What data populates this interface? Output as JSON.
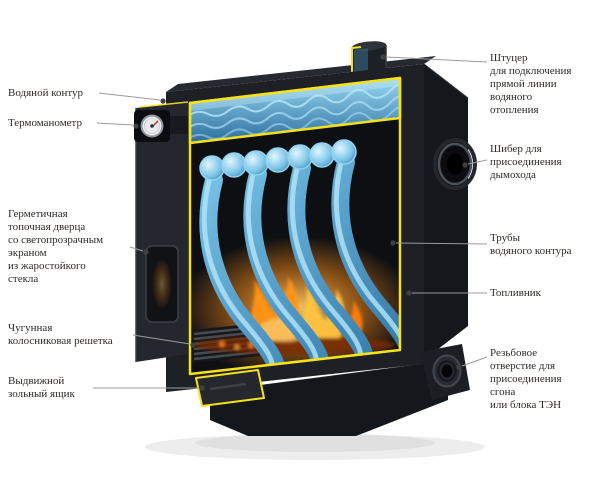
{
  "diagram": {
    "labels_left": [
      {
        "text": "Водяной контур"
      },
      {
        "text": "Термоманометр"
      },
      {
        "text": "Герметичная\nтопочная дверца\nсо светопрозрачным\nэкраном\nиз жаростойкого\nстекла"
      },
      {
        "text": "Чугунная\nколосниковая решетка"
      },
      {
        "text": "Выдвижной\nзольный ящик"
      }
    ],
    "labels_right": [
      {
        "text": "Штуцер\nдля подключения\nпрямой линии\nводяного\nотопления"
      },
      {
        "text": "Шибер для\nприсоединения\nдымохода"
      },
      {
        "text": "Трубы\nводяного контура"
      },
      {
        "text": "Топливник"
      },
      {
        "text": "Резьбовое\nотверстие для\nприсоединения\nсгона\nили блока ТЭН"
      }
    ],
    "colors": {
      "cut_outline": "#f6e11a",
      "water_blue": "#4aa3d8",
      "body_dark": "#1d2126",
      "fire_orange": "#ff8d1a",
      "leader_line": "#9b9b9b",
      "label_text": "#2f2b27",
      "background": "#ffffff"
    }
  }
}
